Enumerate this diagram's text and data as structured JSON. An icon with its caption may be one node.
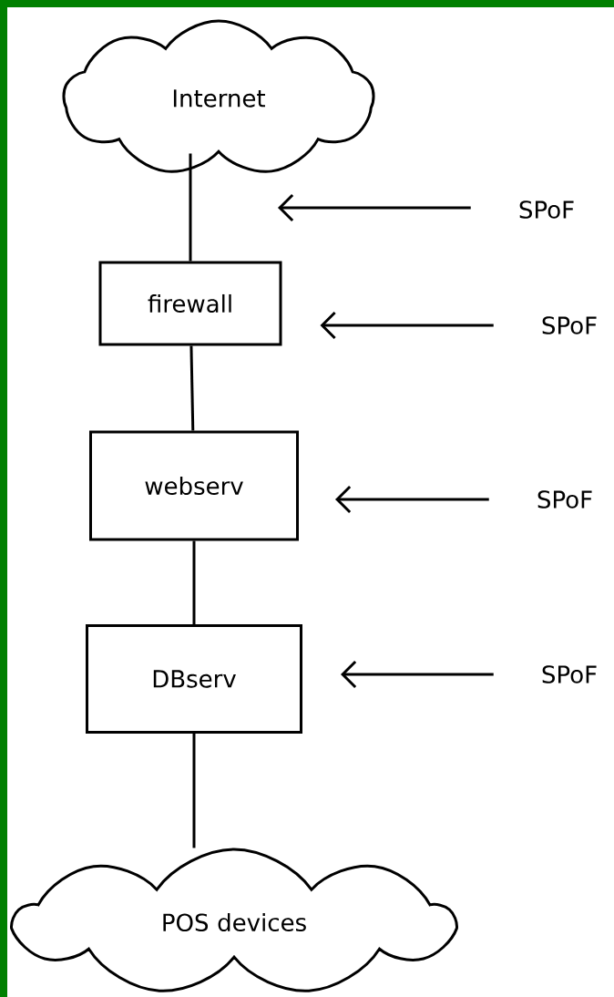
{
  "diagram": {
    "nodes": [
      {
        "text": [
          "Internet"
        ]
      },
      {
        "text": [
          "firewall"
        ]
      },
      {
        "text": [
          "webserv"
        ]
      },
      {
        "text": [
          "DBserv"
        ]
      },
      {
        "text": [
          "POS devices"
        ]
      },
      {
        "text": [
          "SPoF"
        ]
      },
      {
        "text": [
          "SPoF"
        ]
      },
      {
        "text": [
          "SPoF"
        ]
      },
      {
        "text": [
          "SPoF"
        ]
      }
    ],
    "edges": [
      {
        "from": 0,
        "to": 1,
        "arrow": "none"
      },
      {
        "from": 1,
        "to": 2,
        "arrow": "none"
      },
      {
        "from": 2,
        "to": 3,
        "arrow": "none"
      },
      {
        "from": 3,
        "to": 4,
        "arrow": "none"
      },
      {
        "from": 5,
        "to": null,
        "arrow": "to"
      },
      {
        "from": 6,
        "to": 1,
        "arrow": "to"
      },
      {
        "from": 7,
        "to": 2,
        "arrow": "to"
      },
      {
        "from": 8,
        "to": 3,
        "arrow": "to"
      }
    ]
  }
}
